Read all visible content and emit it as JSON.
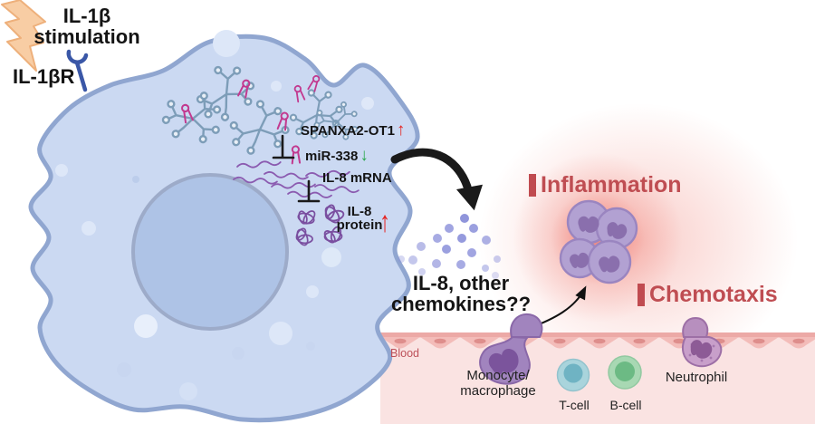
{
  "stimulus": {
    "line1": "IL-1β",
    "line2": "stimulation",
    "receptor_label": "IL-1βR"
  },
  "pathway": {
    "lncrna": {
      "label": "SPANXA2-OT1",
      "arrow": "↑"
    },
    "mirna": {
      "label": "miR-338",
      "arrow": "↓"
    },
    "mrna": {
      "label": "IL-8 mRNA"
    },
    "protein": {
      "line1": "IL-8",
      "line2": "protein",
      "arrow": "↑"
    }
  },
  "secretion": {
    "line1": "IL-8, other",
    "line2": "chemokines??"
  },
  "outcomes": {
    "inflammation": "Inflammation",
    "chemotaxis": "Chemotaxis"
  },
  "vessel": {
    "blood_label": "Blood",
    "monocyte": {
      "line1": "Monocyte/",
      "line2": "macrophage"
    },
    "tcell": "T-cell",
    "bcell": "B-cell",
    "neutrophil": "Neutrophil"
  },
  "colors": {
    "outcome_red": "#bf4d52",
    "increase_red": "#e52421",
    "decrease_green": "#2aa84e",
    "cell_fill": "#cbd9f2",
    "cell_border": "#90a6d0",
    "nucleus_fill": "#aec3e6",
    "vessel_pink": "#fae3e2",
    "glow_red": "#ee6c60",
    "chemokine_dot": "#8a8fd9",
    "lncrna_blue": "#7d9db8",
    "mirna_magenta": "#c2398f",
    "rna_purple": "#8b5bb0"
  }
}
